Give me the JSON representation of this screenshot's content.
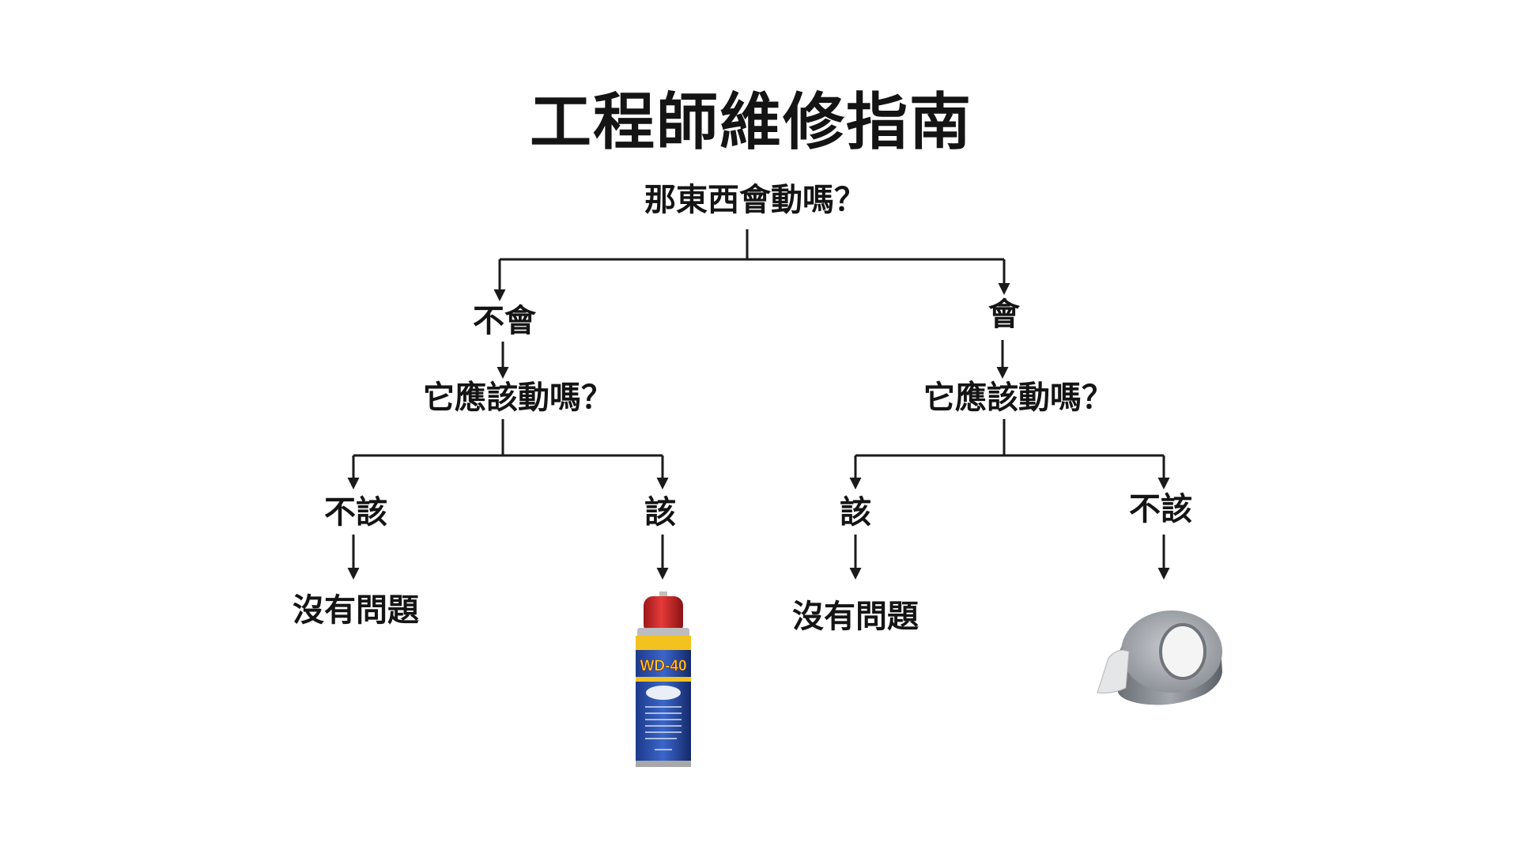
{
  "diagram": {
    "title": "工程師維修指南",
    "root_question": "那東西會動嗎？",
    "left_branch": {
      "answer": "不會",
      "question": "它應該動嗎？",
      "left": {
        "answer": "不該",
        "result": "沒有問題"
      },
      "right": {
        "answer": "該",
        "result_image": "wd40-spray-can",
        "can_brand_text": "WD-40"
      }
    },
    "right_branch": {
      "answer": "會",
      "question": "它應該動嗎？",
      "left": {
        "answer": "該",
        "result": "沒有問題"
      },
      "right": {
        "answer": "不該",
        "result_image": "duct-tape-roll"
      }
    },
    "colors": {
      "line": "#1a1a1a",
      "text": "#141414",
      "background": "#ffffff"
    }
  }
}
